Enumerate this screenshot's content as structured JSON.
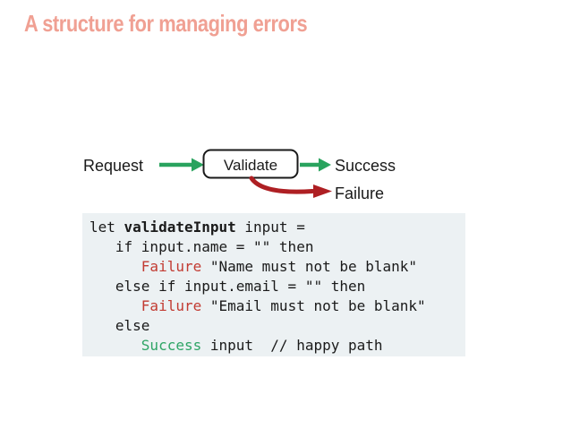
{
  "slide": {
    "title": "A structure for managing errors"
  },
  "colors": {
    "title": "#f0a093",
    "success_green": "#29a35e",
    "failure_red": "#ae1f23",
    "code_bg": "#ecf1f3",
    "code_failure_red": "#c23b32",
    "code_success_green": "#2fa566",
    "text": "#1a1a1a"
  },
  "diagram": {
    "request_label": "Request",
    "validate_label": "Validate",
    "success_label": "Success",
    "failure_label": "Failure"
  },
  "code": {
    "lines": [
      [
        {
          "t": "let ",
          "s": "p"
        },
        {
          "t": "validateInput",
          "s": "b"
        },
        {
          "t": " input =",
          "s": "p"
        }
      ],
      [
        {
          "t": "   if input.name = \"\" then",
          "s": "p"
        }
      ],
      [
        {
          "t": "      ",
          "s": "p"
        },
        {
          "t": "Failure",
          "s": "f"
        },
        {
          "t": " \"Name must not be blank\"",
          "s": "p"
        }
      ],
      [
        {
          "t": "   else if input.email = \"\" then",
          "s": "p"
        }
      ],
      [
        {
          "t": "      ",
          "s": "p"
        },
        {
          "t": "Failure",
          "s": "f"
        },
        {
          "t": " \"Email must not be blank\"",
          "s": "p"
        }
      ],
      [
        {
          "t": "   else",
          "s": "p"
        }
      ],
      [
        {
          "t": "      ",
          "s": "p"
        },
        {
          "t": "Success",
          "s": "ok"
        },
        {
          "t": " input  // happy path",
          "s": "p"
        }
      ]
    ]
  }
}
